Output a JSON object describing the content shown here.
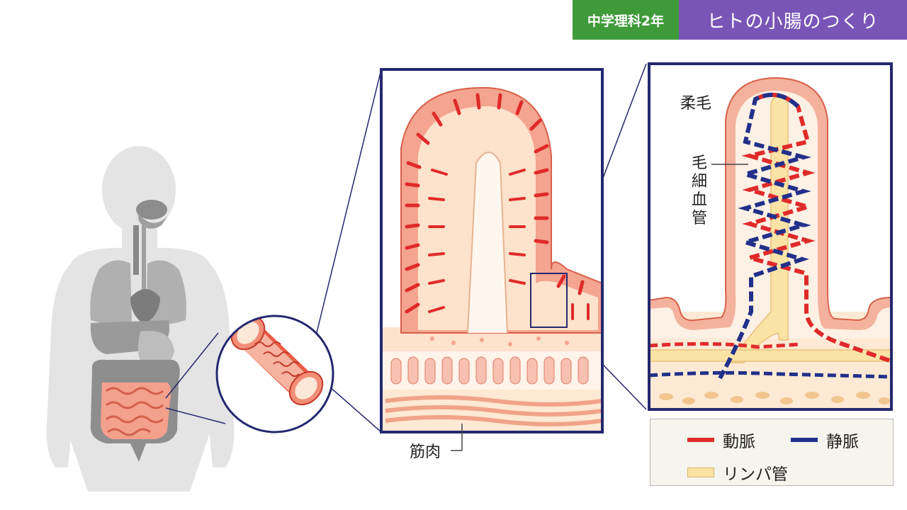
{
  "header": {
    "grade": "中学理科2年",
    "title": "ヒトの小腸のつくり"
  },
  "labels": {
    "villus": "柔毛",
    "capillary": "毛細血管",
    "muscle": "筋肉"
  },
  "legend": {
    "artery": "動脈",
    "vein": "静脈",
    "lymph": "リンパ管"
  },
  "colors": {
    "grade_badge": "#3f9a3a",
    "title_badge": "#7a55b8",
    "frame": "#24286f",
    "artery": "#e02a2a",
    "vein": "#21308a",
    "lymph": "#fbe3a6",
    "tissue": "#f4a48f",
    "tissue_light": "#fde9d4"
  }
}
